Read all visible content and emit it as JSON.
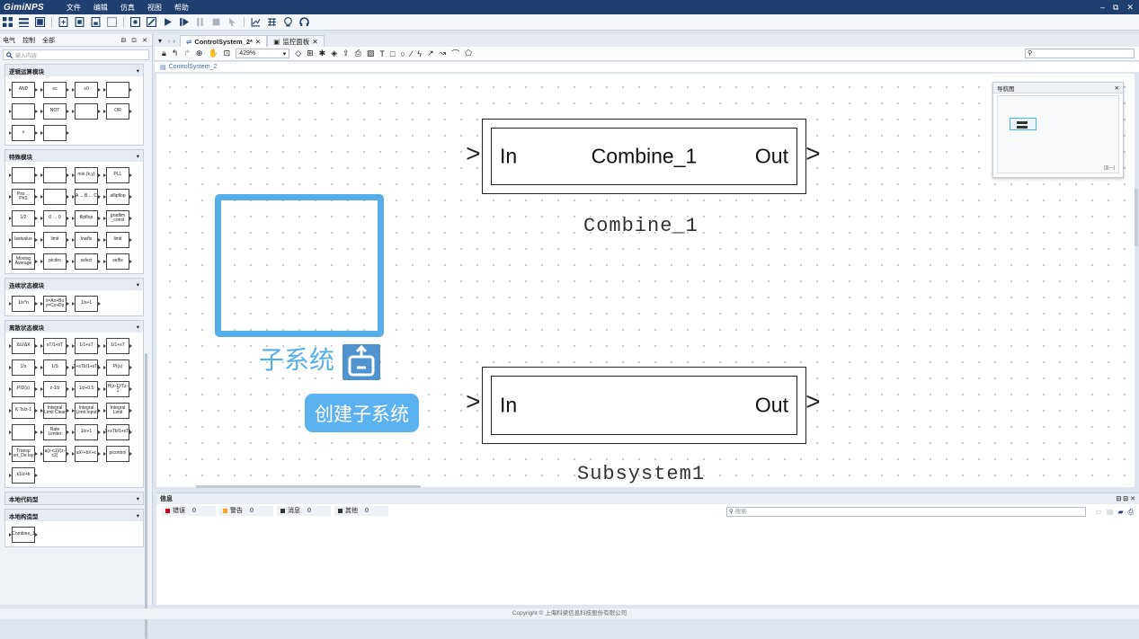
{
  "app": {
    "logo": "GimiNPS",
    "window_controls": [
      "–",
      "⧉",
      "✕"
    ]
  },
  "menu": [
    "文件",
    "编辑",
    "仿真",
    "视图",
    "帮助"
  ],
  "left_panel": {
    "tabs": [
      "电气",
      "控制",
      "全部"
    ],
    "panel_controls": "⊟ ⊡ ✕",
    "search_placeholder": "输入内容",
    "categories": [
      {
        "title": "逻辑运算模块",
        "blocks": [
          "AND",
          "≤c",
          "≥0",
          "",
          "",
          "NOT",
          "",
          "OR",
          "≤",
          ""
        ]
      },
      {
        "title": "特殊模块",
        "blocks": [
          "",
          "",
          "min (k,y)",
          "PLL",
          "Pso ... PhS",
          "",
          "A ... B ... C",
          "aflipflop",
          "1/2",
          "0 → 0",
          "flipflop",
          "gradlim _const",
          "lastvalue",
          "limit",
          "lowfix",
          "limit",
          "Moving Average",
          "picdro",
          "select",
          "selfix"
        ]
      },
      {
        "title": "连续状态模块",
        "blocks": [
          "1/s^n",
          "ẋ=Ax+Bu y=Cx+Du",
          "1/s+1"
        ]
      },
      {
        "title": "离散状态模块",
        "blocks": [
          "ΔU/ΔX",
          "sT/1+sT",
          "1/1+sT",
          "1/1+sT",
          "1/s",
          "1/S",
          "1+sTb/1+sTa",
          "PI(s)",
          "PID(s)",
          "z-1/z",
          "1/z+0.5",
          "H(z-1)/Tz-1",
          "K Ts/z-1",
          "Integral Limit Clear",
          "Integral Limit Input",
          "Integral Limit",
          "",
          "Rate Limiter",
          "1/z+1",
          "1+sTb/1+sTa",
          "Transp ort_De lay",
          "a(z-c1)/(z-c2)",
          "aX²+bX+c",
          "picontrol",
          "k1/z+b"
        ]
      },
      {
        "title": "本地代码型",
        "blocks": []
      },
      {
        "title": "本地构造型",
        "blocks": [
          "Combine_1"
        ]
      }
    ]
  },
  "doc_tabs": [
    {
      "label": "ControlSystem_2*",
      "active": true
    },
    {
      "label": "监控面板",
      "active": false
    }
  ],
  "toolbar2": {
    "zoom": "429%",
    "search_value": ""
  },
  "breadcrumb": "ControlSystem_2",
  "canvas": {
    "modules": [
      {
        "id": "combine",
        "in": "In",
        "out": "Out",
        "center": "Combine_1",
        "caption": "Combine_1"
      },
      {
        "id": "subsystem",
        "in": "In",
        "out": "Out",
        "center": "",
        "caption": "Subsystem1"
      }
    ],
    "subsystem_label": "子系统",
    "create_subsystem_button": "创建子系统"
  },
  "navigator": {
    "title": "导航图",
    "zoom_text": "[]|[—]"
  },
  "info_panel": {
    "title": "信息",
    "filters": [
      {
        "label": "错误",
        "count": "0",
        "color": "#d0021b"
      },
      {
        "label": "警告",
        "count": "0",
        "color": "#f5a623"
      },
      {
        "label": "消息",
        "count": "0",
        "color": "#333333"
      },
      {
        "label": "其他",
        "count": "0",
        "color": "#333333"
      }
    ],
    "search_placeholder": "搜索"
  },
  "footer": "Copyright © 上海科梁信息科技股份有限公司"
}
